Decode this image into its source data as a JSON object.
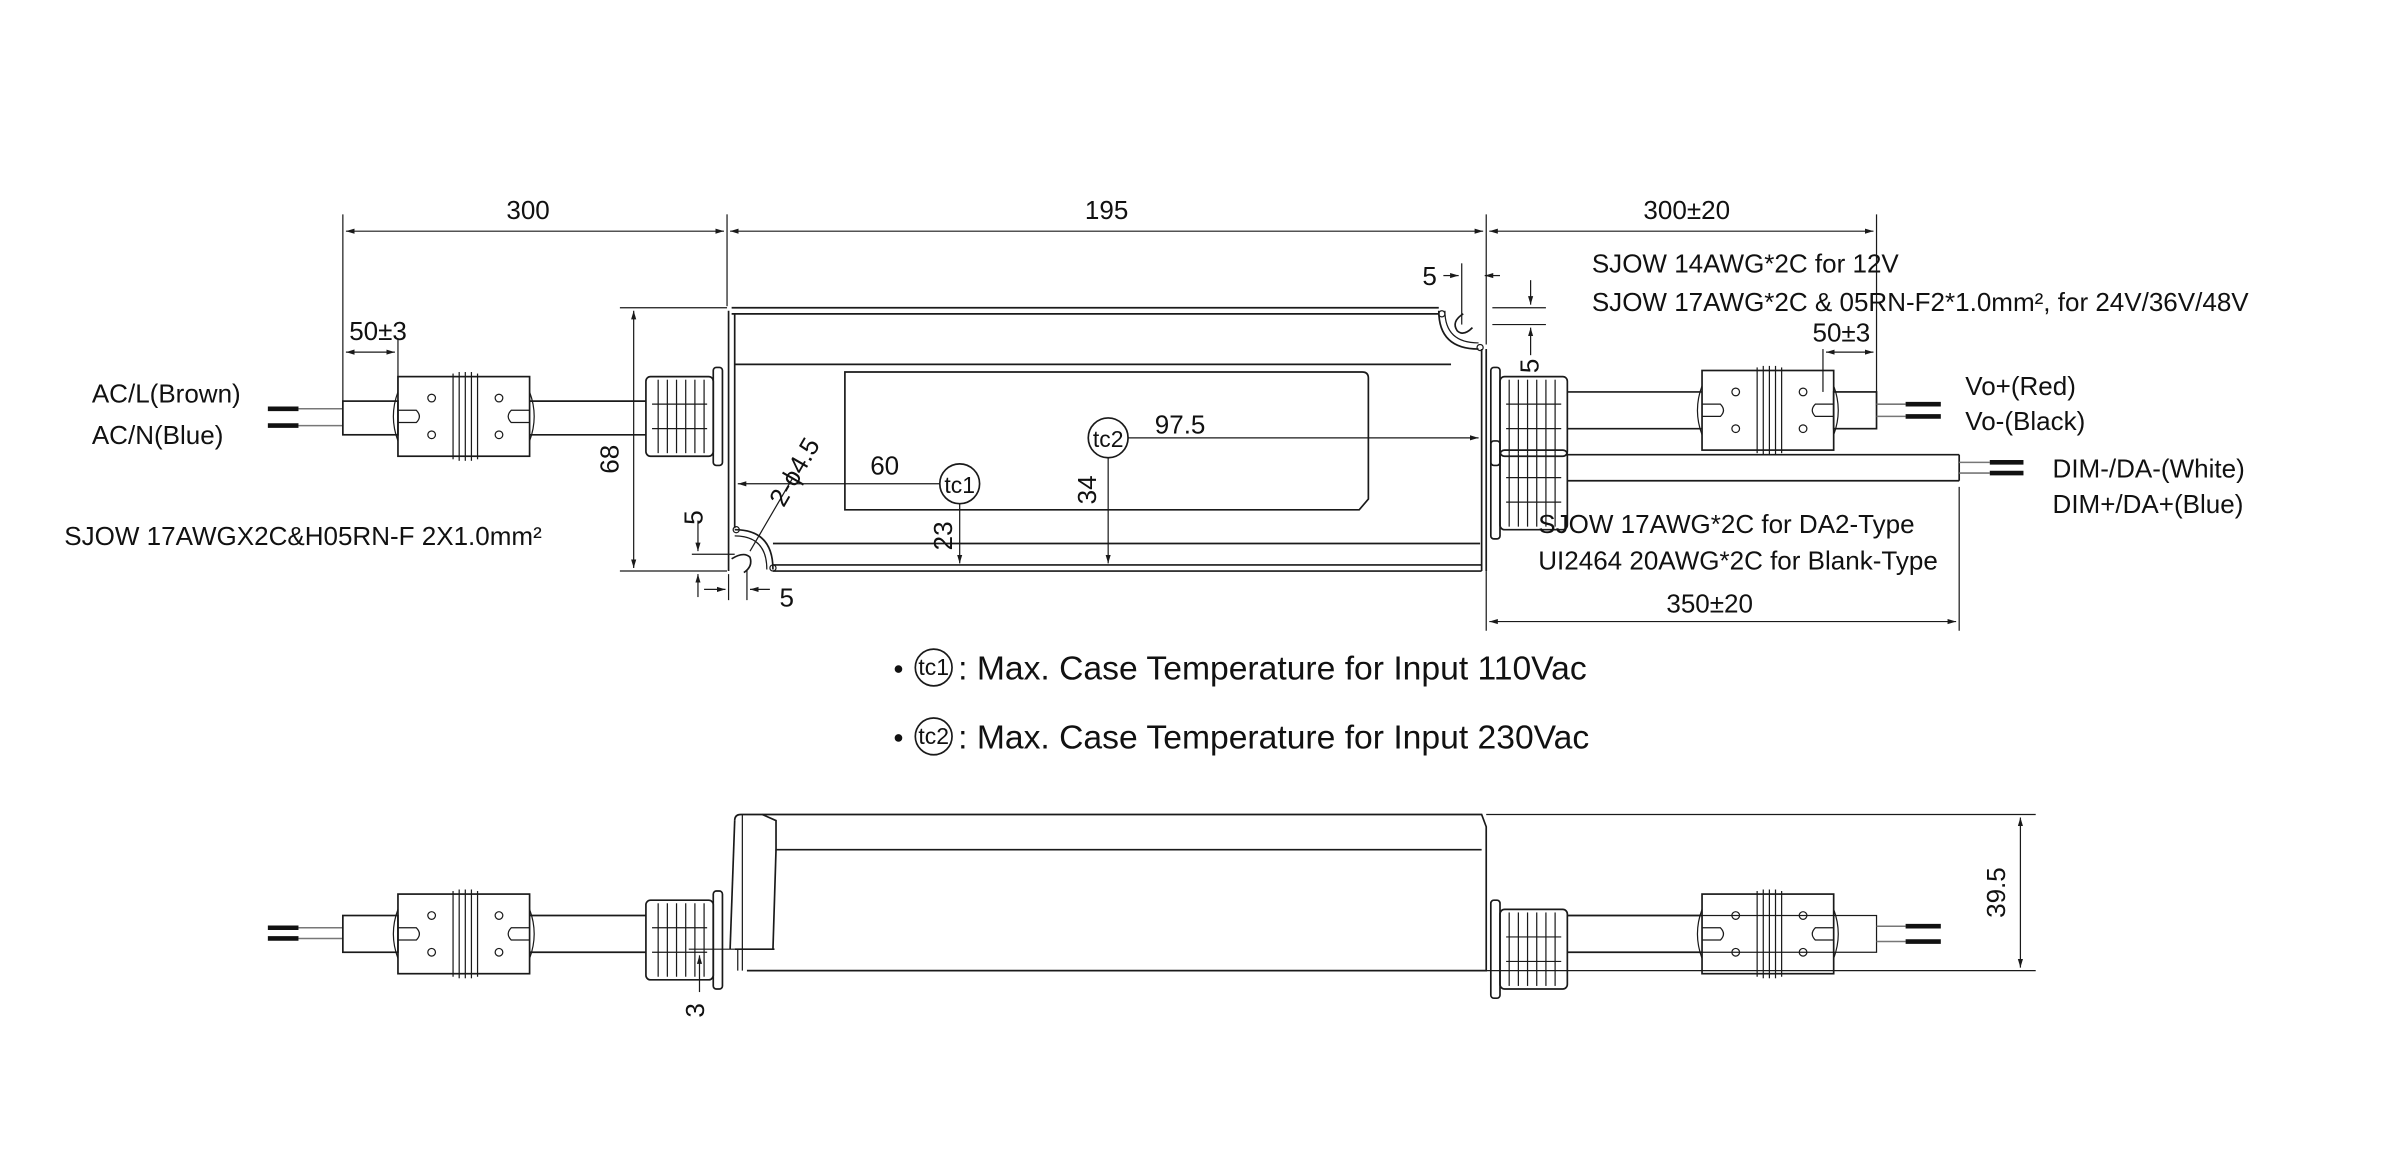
{
  "drawing": {
    "title": "Power supply mechanical outline",
    "units": "mm",
    "top_view": {
      "dimensions": {
        "input_cable_length": "300",
        "body_length": "195",
        "output_cable_length": "300±20",
        "input_strip_length": "50±3",
        "output_strip_length": "50±3",
        "body_width": "68",
        "mount_hole": "2-ϕ4.5",
        "hook_offset_top_h": "5",
        "hook_offset_top_v": "5",
        "hook_offset_bottom_h": "5",
        "hook_offset_bottom_v": "5",
        "tc1_x": "60",
        "tc1_y": "23",
        "tc2_x": "97.5",
        "tc2_y": "34",
        "dim_cable_length": "350±20"
      },
      "labels": {
        "ac_l": "AC/L(Brown)",
        "ac_n": "AC/N(Blue)",
        "input_cable_spec": "SJOW 17AWGX2C&H05RN-F 2X1.0mm²",
        "output_cable_spec_1": "SJOW 14AWG*2C for 12V",
        "output_cable_spec_2": "SJOW 17AWG*2C & 05RN-F2*1.0mm², for 24V/36V/48V",
        "vo_plus": "Vo+(Red)",
        "vo_minus": "Vo-(Black)",
        "dim_minus": "DIM-/DA-(White)",
        "dim_plus": "DIM+/DA+(Blue)",
        "dim_cable_spec_1": "SJOW 17AWG*2C for DA2-Type",
        "dim_cable_spec_2": "UI2464 20AWG*2C for Blank-Type"
      },
      "markers": {
        "tc1": "tc1",
        "tc2": "tc2"
      }
    },
    "legend": [
      {
        "marker": "tc1",
        "text": ": Max. Case Temperature for Input 110Vac"
      },
      {
        "marker": "tc2",
        "text": ": Max. Case Temperature for Input 230Vac"
      }
    ],
    "side_view": {
      "dimensions": {
        "height": "39.5",
        "base_offset": "3"
      }
    }
  }
}
